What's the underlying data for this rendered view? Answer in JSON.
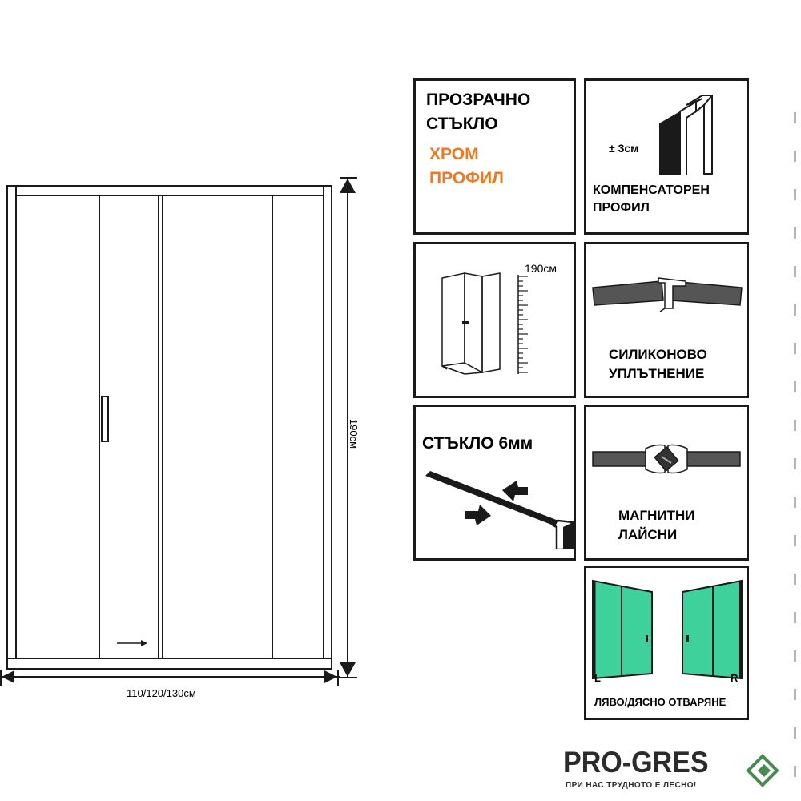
{
  "drawing": {
    "width_label": "110/120/130см",
    "height_label": "190см"
  },
  "cards": {
    "glass": {
      "line1": "ПРОЗРАЧНО",
      "line2": "СТЪКЛО",
      "line3": "ХРОМ",
      "line4": "ПРОФИЛ",
      "accent_color": "#f07820"
    },
    "compensator": {
      "tolerance": "± 3см",
      "line1": "КОМПЕНСАТОРЕН",
      "line2": "ПРОФИЛ"
    },
    "height": {
      "label": "190см"
    },
    "seal": {
      "line1": "СИЛИКОНОВО",
      "line2": "УПЛЪТНЕНИЕ"
    },
    "thickness": {
      "label": "СТЪКЛО 6мм"
    },
    "magnet": {
      "line1": "МАГНИТНИ",
      "line2": "ЛАЙСНИ"
    },
    "opening": {
      "left_letter": "L",
      "right_letter": "R",
      "label": "ЛЯВО/ДЯСНО ОТВАРЯНЕ",
      "panel_color": "#3ed19b"
    }
  },
  "logo": {
    "name": "PRO-GRES",
    "slogan": "ПРИ НАС ТРУДНОТО Е ЛЕСНО!",
    "color": "#2b2b2b",
    "accent_color": "#4a8a50"
  }
}
